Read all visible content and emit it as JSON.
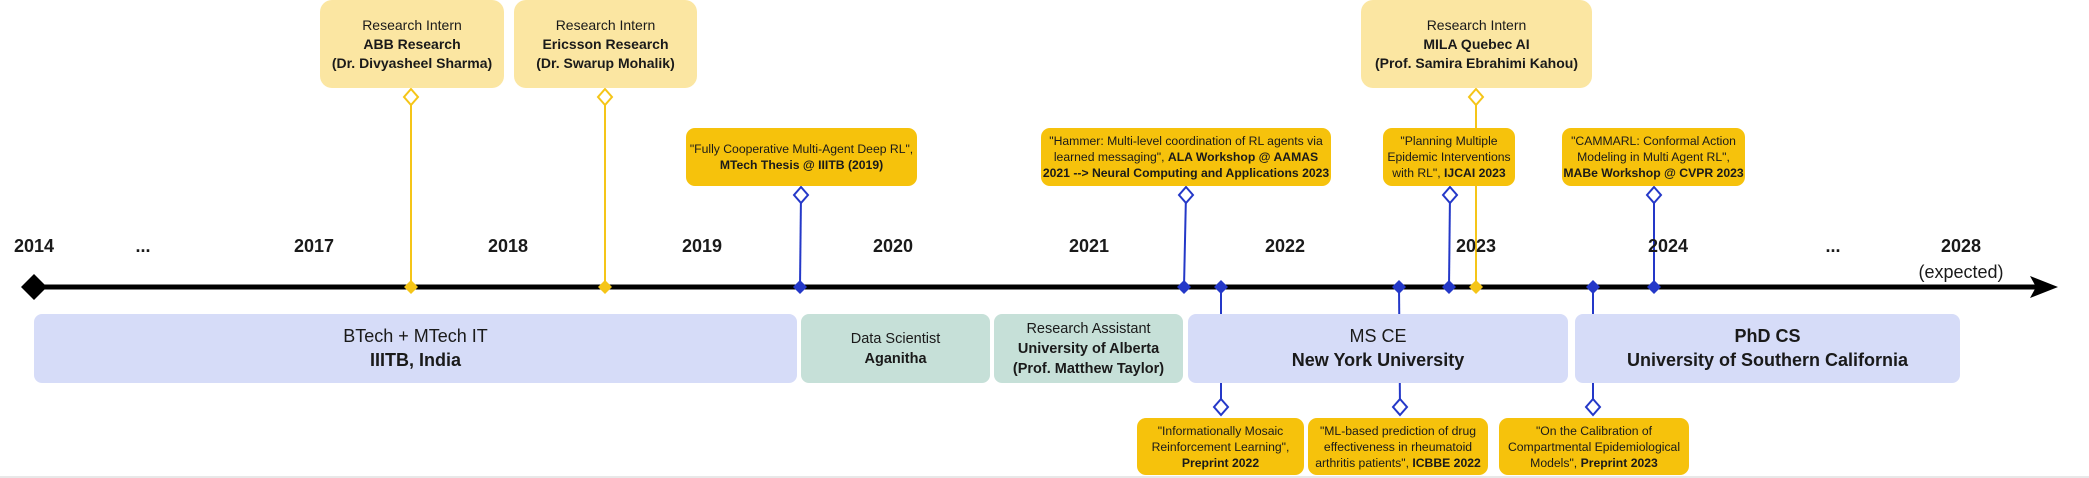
{
  "colors": {
    "axis": "#000000",
    "intern_marker": "#f5c518",
    "pub_marker": "#2438c8",
    "intern_box": "#fbe6a2",
    "pub_box": "#f6c20c",
    "edu_box": "#d6dcf8",
    "job_box": "#c6e0d8"
  },
  "axis": {
    "years": [
      "2014",
      "...",
      "2017",
      "2018",
      "2019",
      "2020",
      "2021",
      "2022",
      "2023",
      "2024",
      "...",
      "2028"
    ],
    "expected_note": "(expected)"
  },
  "internships": [
    {
      "role": "Research Intern",
      "org": "ABB Research",
      "mentor": "(Dr. Divyasheel Sharma)"
    },
    {
      "role": "Research Intern",
      "org": "Ericsson Research",
      "mentor": "(Dr. Swarup Mohalik)"
    },
    {
      "role": "Research Intern",
      "org": "MILA Quebec AI",
      "mentor": "(Prof. Samira Ebrahimi Kahou)"
    }
  ],
  "publications_top": [
    {
      "lines": [
        "\"Fully Cooperative Multi-Agent Deep RL\","
      ],
      "venue": "MTech Thesis @ IIITB (2019)"
    },
    {
      "lines": [
        "\"Hammer: Multi-level coordination of RL agents via",
        "learned messaging\","
      ],
      "venue_inline": "ALA Workshop @ AAMAS",
      "venue": "2021 --> Neural Computing and Applications 2023"
    },
    {
      "lines": [
        "\"Planning Multiple",
        "Epidemic Interventions",
        "with RL\","
      ],
      "venue_inline": "IJCAI 2023",
      "venue": ""
    },
    {
      "lines": [
        "\"CAMMARL: Conformal Action",
        "Modeling in Multi Agent RL\","
      ],
      "venue": "MABe Workshop @ CVPR 2023"
    }
  ],
  "publications_bottom": [
    {
      "lines": [
        "\"Informationally Mosaic",
        "Reinforcement Learning\","
      ],
      "venue": "Preprint 2022"
    },
    {
      "lines": [
        "\"ML-based prediction of drug",
        "effectiveness in rheumatoid",
        "arthritis patients\","
      ],
      "venue_inline": "ICBBE 2022",
      "venue": ""
    },
    {
      "lines": [
        "\"On the Calibration of",
        "Compartmental Epidemiological",
        "Models\","
      ],
      "venue_inline": "Preprint 2023",
      "venue": ""
    }
  ],
  "education": [
    {
      "degree": "BTech + MTech IT",
      "school": "IIITB, India"
    },
    {
      "degree": "MS CE",
      "school": "New York University"
    },
    {
      "degree": "PhD CS",
      "school": "University of Southern California"
    }
  ],
  "jobs": [
    {
      "title": "Data Scientist",
      "org": "Aganitha",
      "person": ""
    },
    {
      "title": "Research Assistant",
      "org": "University of Alberta",
      "person": "(Prof. Matthew Taylor)"
    }
  ]
}
